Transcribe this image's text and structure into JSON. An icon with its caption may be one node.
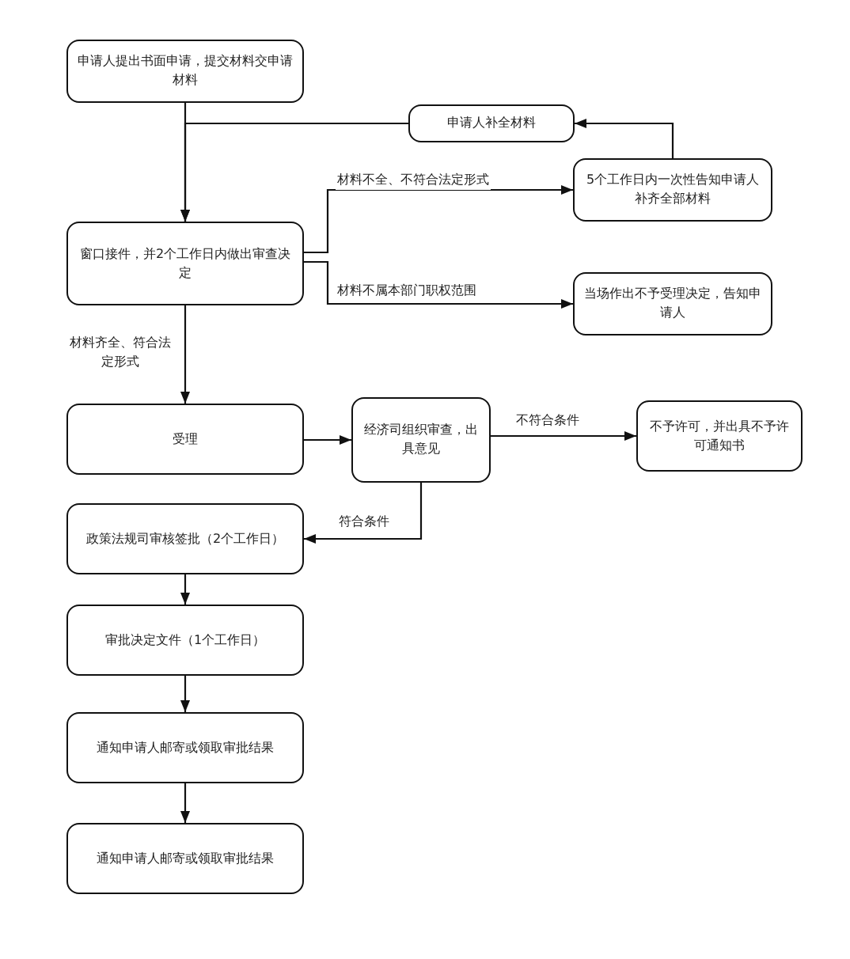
{
  "diagram": {
    "nodes": [
      {
        "text": [
          "申请人提出书面申请，提交材料交申请材料"
        ]
      },
      {
        "text": [
          "申请人补全材料"
        ]
      },
      {
        "text": [
          "5个工作日内一次性告知申请人补齐全部材料"
        ]
      },
      {
        "text": [
          "窗口接件，并2个工作日内做出审查决定"
        ]
      },
      {
        "text": [
          "当场作出不予受理决定，告知申请人"
        ]
      },
      {
        "text": [
          "受理"
        ]
      },
      {
        "text": [
          "经济司组织审查，出具意见"
        ]
      },
      {
        "text": [
          "不予许可，并出具不予许可通知书"
        ]
      },
      {
        "text": [
          "政策法规司审核签批（2个工作日）"
        ]
      },
      {
        "text": [
          "审批决定文件（1个工作日）"
        ]
      },
      {
        "text": [
          "通知申请人邮寄或领取审批结果"
        ]
      },
      {
        "text": [
          "通知申请人邮寄或领取审批结果"
        ]
      }
    ],
    "edges": [
      {
        "from": 0,
        "to": 3,
        "arrow": "to"
      },
      {
        "from": 1,
        "to": 3,
        "arrow": "to"
      },
      {
        "from": 2,
        "to": 1,
        "arrow": "to"
      },
      {
        "from": 3,
        "to": 2,
        "arrow": "to",
        "label": "材料不全、不符合法定形式"
      },
      {
        "from": 3,
        "to": 4,
        "arrow": "to",
        "label": "材料不属本部门职权范围"
      },
      {
        "from": 3,
        "to": 5,
        "arrow": "to",
        "label": "材料齐全、符合法定形式"
      },
      {
        "from": 5,
        "to": 6,
        "arrow": "to"
      },
      {
        "from": 6,
        "to": 7,
        "arrow": "to",
        "label": "不符合条件"
      },
      {
        "from": 6,
        "to": 8,
        "arrow": "to",
        "label": "符合条件"
      },
      {
        "from": 8,
        "to": 9,
        "arrow": "to"
      },
      {
        "from": 9,
        "to": 10,
        "arrow": "to"
      },
      {
        "from": 10,
        "to": 11,
        "arrow": "to"
      }
    ]
  }
}
